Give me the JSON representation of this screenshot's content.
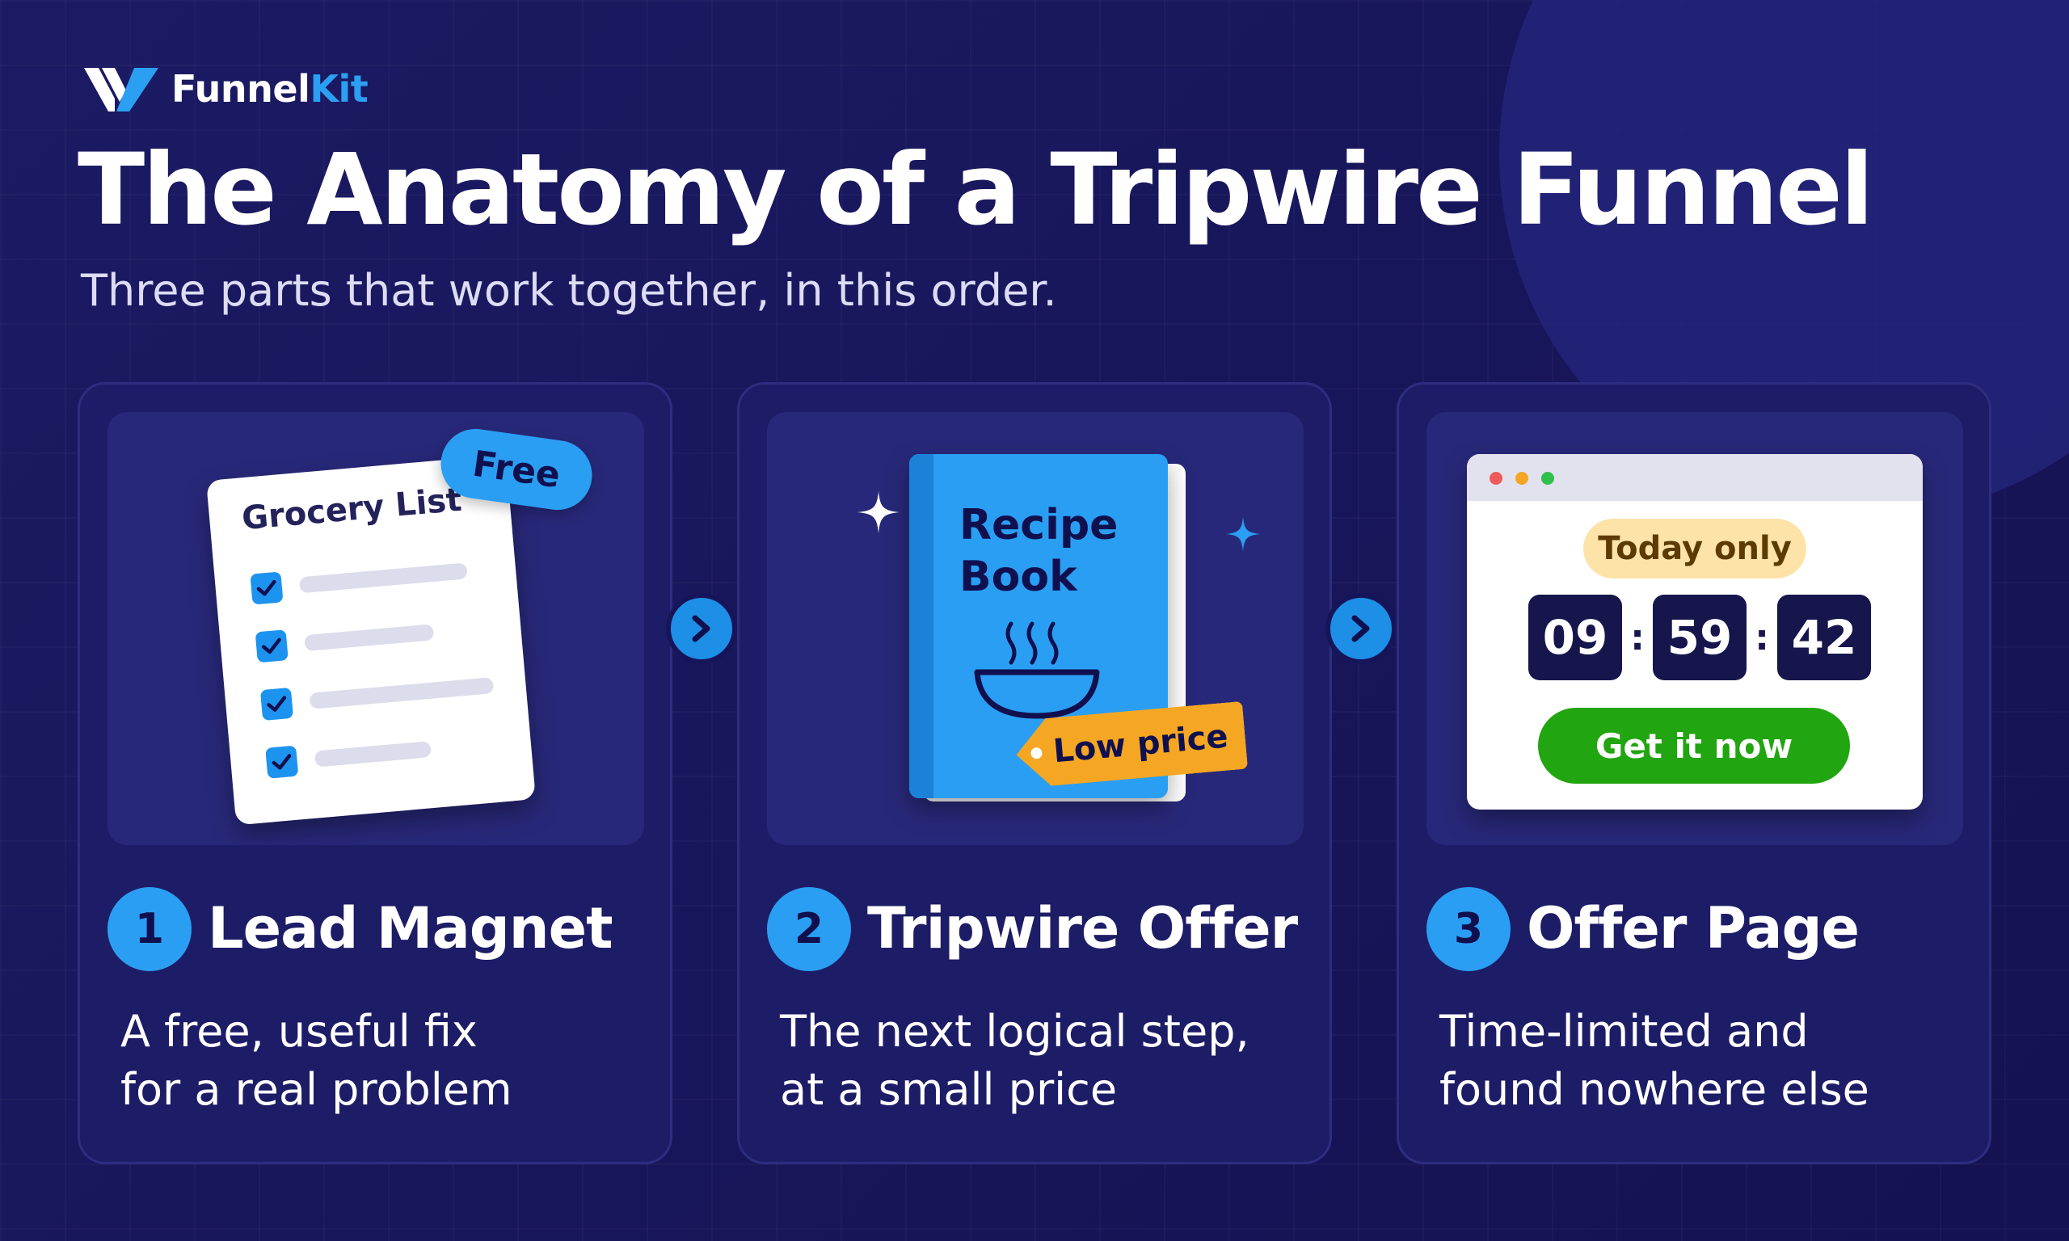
{
  "brand": {
    "logo_prefix": "Funnel",
    "logo_suffix": "Kit",
    "accent_color": "#2a9ef2"
  },
  "headline": {
    "title": "The Anatomy of a Tripwire Funnel",
    "subtitle": "Three parts that work together, in this order."
  },
  "steps": [
    {
      "number": "1",
      "title": "Lead Magnet",
      "description_lines": [
        "A free, useful fix",
        "for a real problem"
      ],
      "illustration": {
        "icon": "checklist-document-icon",
        "doc_title": "Grocery List",
        "tag": "Free",
        "checked_items": 4
      }
    },
    {
      "number": "2",
      "title": "Tripwire Offer",
      "description_lines": [
        "The next logical step,",
        "at a small price"
      ],
      "illustration": {
        "icon": "recipe-book-icon",
        "book_title_lines": [
          "Recipe",
          "Book"
        ],
        "tag": "Low price"
      }
    },
    {
      "number": "3",
      "title": "Offer Page",
      "description_lines": [
        "Time-limited and",
        "found nowhere else"
      ],
      "illustration": {
        "icon": "browser-window-icon",
        "pill": "Today only",
        "timer": {
          "hours": "09",
          "minutes": "59",
          "seconds": "42",
          "separator": ":"
        },
        "cta": "Get it now",
        "cta_color": "#21a510"
      }
    }
  ],
  "connectors": [
    "chevron-right-icon",
    "chevron-right-icon"
  ]
}
